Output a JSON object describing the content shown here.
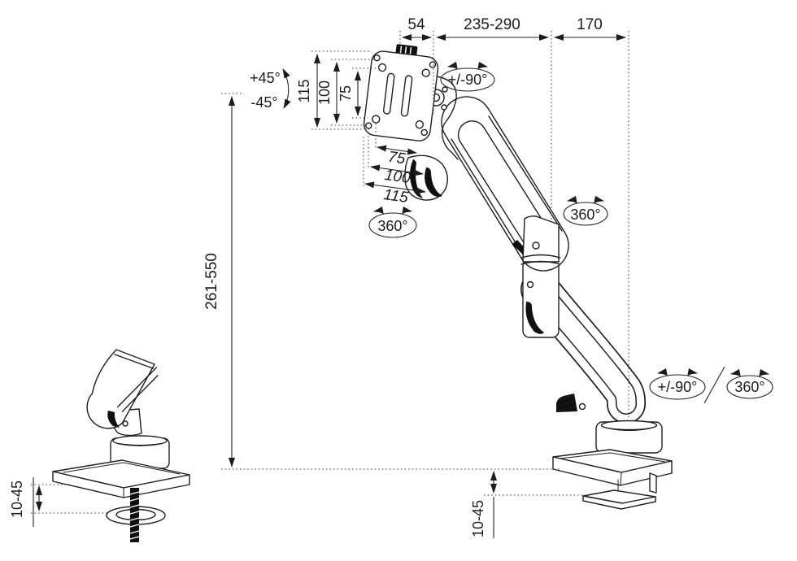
{
  "dimensions": {
    "vesa_offset": "54",
    "arm_reach": "235-290",
    "base_offset": "170",
    "vesa_height_outer": "115",
    "vesa_height_100": "100",
    "vesa_height_75": "75",
    "vesa_width_75": "75",
    "vesa_width_100": "100",
    "vesa_width_outer": "115",
    "height_range": "261-550",
    "desk_thickness_grommet": "10-45",
    "desk_thickness_clamp": "10-45"
  },
  "annotations": {
    "tilt_up": "+45°",
    "tilt_down": "-45°",
    "vesa_pivot": "+/-90°",
    "vesa_rotation": "360°",
    "arm_rotation": "360°",
    "base_pivot": "+/-90°",
    "base_rotation": "360°"
  },
  "colors": {
    "ink": "#1f1f1f",
    "background": "#ffffff"
  }
}
